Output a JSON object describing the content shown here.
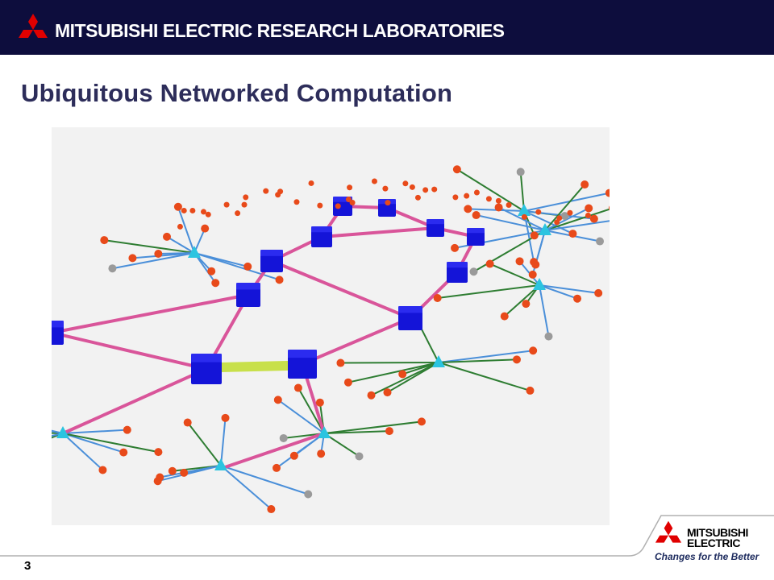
{
  "header": {
    "title": "MITSUBISHI ELECTRIC RESEARCH LABORATORIES",
    "background": "#0d0d3d",
    "logo_icon": "mitsubishi-three-diamonds-icon"
  },
  "slide": {
    "title": "Ubiquitous Networked Computation",
    "page_number": "3"
  },
  "figure": {
    "description_icon": "network-topology-visualization",
    "colors": {
      "hub_node": "#1414d8",
      "core_link": "#d9559a",
      "trunk_link": "#c8e04a",
      "router_node": "#2bc4e0",
      "leaf_node": "#e84a1a",
      "inactive_node": "#9a9a9a",
      "green_link": "#2e7d32",
      "blue_link": "#4a8fd9"
    }
  },
  "footer": {
    "brand_line1": "MITSUBISHI",
    "brand_line2": "ELECTRIC",
    "tagline": "Changes for the Better",
    "logo_icon": "mitsubishi-three-diamonds-icon",
    "logo_color": "#e00000"
  }
}
